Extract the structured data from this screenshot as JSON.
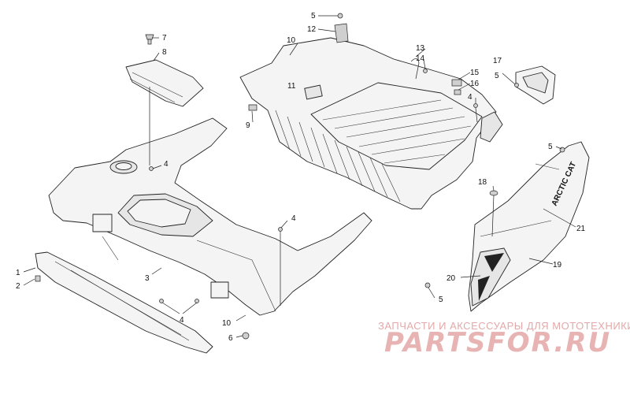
{
  "diagram": {
    "callouts": [
      {
        "id": "c-7a",
        "label": "7"
      },
      {
        "id": "c-8",
        "label": "8"
      },
      {
        "id": "c-4a",
        "label": "4"
      },
      {
        "id": "c-3",
        "label": "3"
      },
      {
        "id": "c-1",
        "label": "1"
      },
      {
        "id": "c-2",
        "label": "2"
      },
      {
        "id": "c-4b",
        "label": "4"
      },
      {
        "id": "c-4c",
        "label": "4"
      },
      {
        "id": "c-10a",
        "label": "10"
      },
      {
        "id": "c-6",
        "label": "6"
      },
      {
        "id": "c-5a",
        "label": "5"
      },
      {
        "id": "c-12",
        "label": "12"
      },
      {
        "id": "c-10b",
        "label": "10"
      },
      {
        "id": "c-11",
        "label": "11"
      },
      {
        "id": "c-9",
        "label": "9"
      },
      {
        "id": "c-13",
        "label": "13"
      },
      {
        "id": "c-14",
        "label": "14"
      },
      {
        "id": "c-15",
        "label": "15"
      },
      {
        "id": "c-16",
        "label": "16"
      },
      {
        "id": "c-4d",
        "label": "4"
      },
      {
        "id": "c-17",
        "label": "17"
      },
      {
        "id": "c-5b",
        "label": "5"
      },
      {
        "id": "c-5c",
        "label": "5"
      },
      {
        "id": "c-18",
        "label": "18"
      },
      {
        "id": "c-21",
        "label": "21"
      },
      {
        "id": "c-19",
        "label": "19"
      },
      {
        "id": "c-20",
        "label": "20"
      },
      {
        "id": "c-5d",
        "label": "5"
      }
    ],
    "decal_text": "ARCTIC CAT"
  },
  "watermark": {
    "tagline": "ЗАПЧАСТИ И АКСЕССУАРЫ ДЛЯ МОТОТЕХНИКИ",
    "brand": "PARTSFOR.RU"
  },
  "colors": {
    "line": "#222222",
    "part_fill": "#f4f4f4",
    "watermark": "#e3a9a9"
  }
}
